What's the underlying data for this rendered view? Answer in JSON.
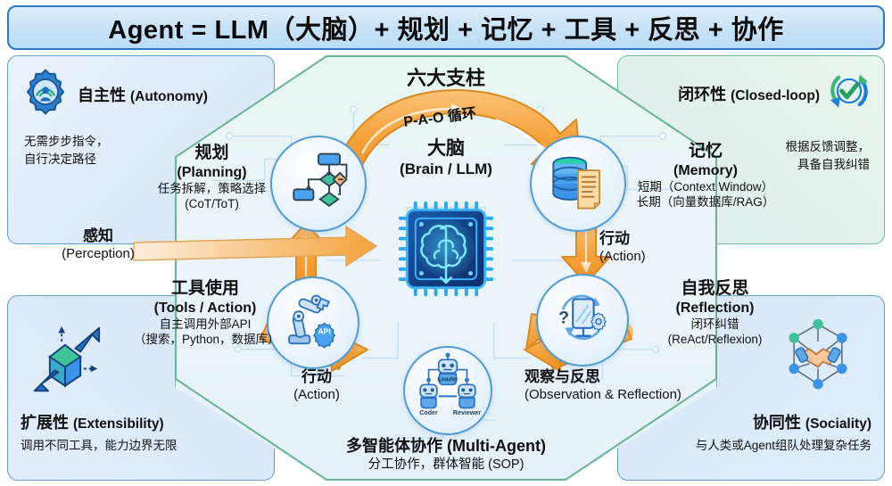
{
  "title": "Agent = LLM（大脑）+ 规划 + 记忆 + 工具 + 反思 + 协作",
  "center_panel": {
    "heading": "六大支柱",
    "cycle_label": "P-A-O 循环",
    "brain": {
      "cn": "大脑",
      "en": "(Brain / LLM)",
      "icon": "cpu-brain-chip-icon"
    },
    "multi_agent_caption": {
      "title": "多智能体协作 (Multi-Agent)",
      "subtitle": "分工协作，群体智能 (SOP)"
    }
  },
  "nodes": [
    {
      "key": "planning",
      "cn": "规划",
      "en": "(Planning)",
      "desc1": "任务拆解，策略选择",
      "desc2": "(CoT/ToT)",
      "icon": "flowchart-icon"
    },
    {
      "key": "memory",
      "cn": "记忆",
      "en": "(Memory)",
      "desc1": "短期（Context Window）",
      "desc2": "长期（向量数据库/RAG）",
      "icon": "database-scroll-icon"
    },
    {
      "key": "reflection",
      "cn": "自我反思",
      "en": "(Reflection)",
      "desc1": "闭环纠错",
      "desc2": "(ReAct/Reflexion)",
      "icon": "mirror-gear-icon"
    },
    {
      "key": "tools",
      "cn": "工具使用",
      "en": "(Tools / Action)",
      "desc1": "自主调用外部API",
      "desc2": "（搜索，Python，数据库）",
      "icon": "robot-arm-api-icon"
    },
    {
      "key": "multi_agent",
      "cn": "多智能体协作",
      "en": "(Multi-Agent)",
      "desc1": "分工协作，群体智能 (SOP)",
      "desc2": "",
      "icon": "three-robots-icon"
    }
  ],
  "multi_agent_roles": {
    "leader": "Leader",
    "coder": "Coder",
    "reviewer": "Reviewer"
  },
  "flows": [
    {
      "key": "perception",
      "cn": "感知",
      "en": "(Perception)"
    },
    {
      "key": "action_right",
      "cn": "行动",
      "en": "(Action)"
    },
    {
      "key": "action_left",
      "cn": "行动",
      "en": "(Action)"
    },
    {
      "key": "observation",
      "cn": "观察与反思",
      "en": "(Observation & Reflection)"
    }
  ],
  "corners": {
    "top_left": {
      "title_cn": "自主性",
      "title_en": "(Autonomy)",
      "desc": "无需步步指令，\n自行决定路径",
      "icon": "gear-autonomy-icon"
    },
    "top_right": {
      "title_cn": "闭环性",
      "title_en": "(Closed-loop)",
      "desc": "根据反馈调整，\n具备自我纠错",
      "icon": "refresh-check-icon"
    },
    "bottom_left": {
      "title_cn": "扩展性",
      "title_en": "(Extensibility)",
      "desc": "调用不同工具，能力边界无限",
      "icon": "expand-cube-icon"
    },
    "bottom_right": {
      "title_cn": "协同性",
      "title_en": "(Sociality)",
      "desc": "与人类或Agent组队处理复杂任务",
      "icon": "handshake-network-icon"
    }
  },
  "colors": {
    "title_border": "#2f76c4",
    "title_fill": "#c6e2f7",
    "panel_blue": "#dceaf8",
    "panel_green": "#e2f1ec",
    "node_border": "#4e9bd6",
    "arrow_orange": "#f5a33c",
    "arrow_orange_dark": "#e08a22",
    "accent_green": "#3cb878",
    "accent_blue": "#1f7fd4"
  }
}
